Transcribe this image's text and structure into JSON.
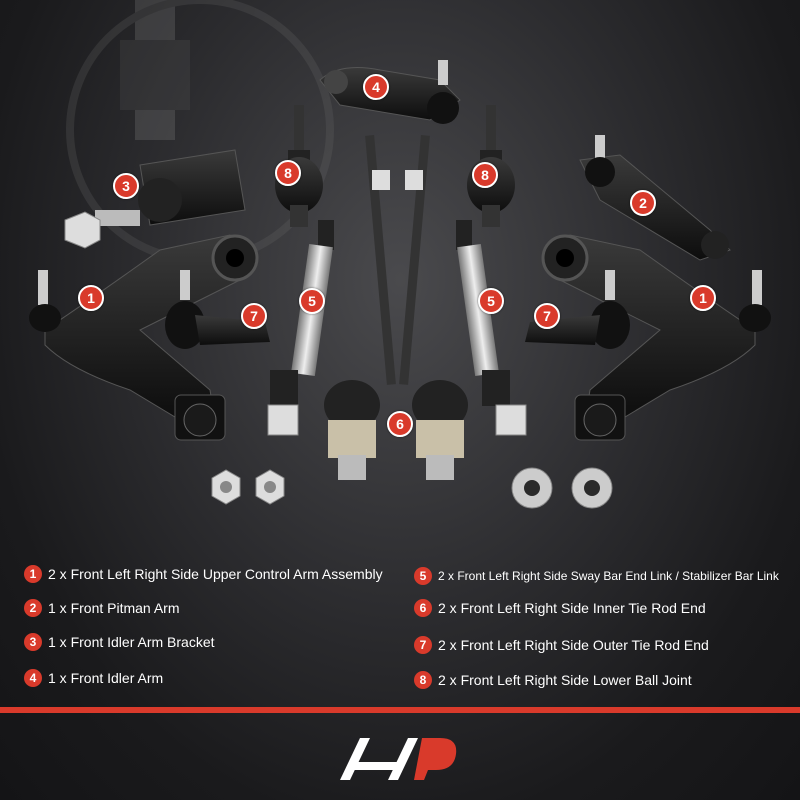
{
  "colors": {
    "accent": "#d93a2b",
    "background": "#1c1c1e",
    "text": "#ffffff",
    "part_black": "#1a1a1a",
    "metal": "#c8c8c8"
  },
  "callouts": [
    {
      "num": "1"
    },
    {
      "num": "1"
    },
    {
      "num": "2"
    },
    {
      "num": "3"
    },
    {
      "num": "4"
    },
    {
      "num": "5"
    },
    {
      "num": "5"
    },
    {
      "num": "6"
    },
    {
      "num": "7"
    },
    {
      "num": "7"
    },
    {
      "num": "8"
    },
    {
      "num": "8"
    }
  ],
  "legend": [
    {
      "num": "1",
      "text": "2 x Front Left Right Side Upper Control Arm Assembly"
    },
    {
      "num": "2",
      "text": "1 x Front Pitman Arm"
    },
    {
      "num": "3",
      "text": "1 x Front Idler Arm Bracket"
    },
    {
      "num": "4",
      "text": "1 x Front Idler Arm"
    },
    {
      "num": "5",
      "text": "2 x Front Left Right Side Sway Bar End Link / Stabilizer Bar Link"
    },
    {
      "num": "6",
      "text": "2 x Front Left Right Side Inner Tie Rod End"
    },
    {
      "num": "7",
      "text": "2 x Front Left Right Side Outer Tie Rod End"
    },
    {
      "num": "8",
      "text": "2 x Front Left Right Side Lower Ball Joint"
    }
  ],
  "logo": {
    "icon": "brand-logo-icon"
  }
}
